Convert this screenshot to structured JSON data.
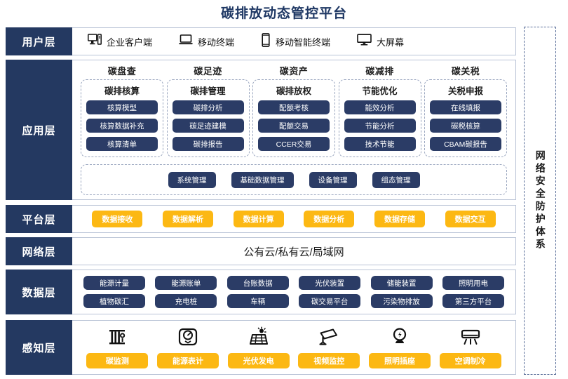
{
  "title": "碳排放动态管控平台",
  "security_band": {
    "label": "网络安全防护体系"
  },
  "layers": {
    "user": {
      "label": "用户层",
      "items": [
        {
          "icon": "desktop-tower-icon",
          "label": "企业客户端"
        },
        {
          "icon": "laptop-icon",
          "label": "移动终端"
        },
        {
          "icon": "smartphone-icon",
          "label": "移动智能终端"
        },
        {
          "icon": "monitor-icon",
          "label": "大屏幕"
        }
      ]
    },
    "application": {
      "label": "应用层",
      "groups": [
        {
          "title": "碳盘查",
          "sub": "碳排核算",
          "items": [
            "核算模型",
            "核算数据补充",
            "核算清单"
          ]
        },
        {
          "title": "碳足迹",
          "sub": "碳排管理",
          "items": [
            "碳排分析",
            "碳足迹建模",
            "碳排报告"
          ]
        },
        {
          "title": "碳资产",
          "sub": "碳排放权",
          "items": [
            "配额考核",
            "配额交易",
            "CCER交易"
          ]
        },
        {
          "title": "碳减排",
          "sub": "节能优化",
          "items": [
            "能效分析",
            "节能分析",
            "技术节能"
          ]
        },
        {
          "title": "碳关税",
          "sub": "关税申报",
          "items": [
            "在线填报",
            "碳税核算",
            "CBAM碳报告"
          ]
        }
      ],
      "management": [
        "系统管理",
        "基础数据管理",
        "设备管理",
        "组态管理"
      ]
    },
    "platform": {
      "label": "平台层",
      "items": [
        "数据接收",
        "数据解析",
        "数据计算",
        "数据分析",
        "数据存储",
        "数据交互"
      ]
    },
    "network": {
      "label": "网络层",
      "text": "公有云/私有云/局域网"
    },
    "data": {
      "label": "数据层",
      "row1": [
        "能源计量",
        "能源账单",
        "台账数据",
        "光伏装置",
        "储能装置",
        "照明用电"
      ],
      "row2": [
        "植物碳汇",
        "充电桩",
        "车辆",
        "碳交易平台",
        "污染物排放",
        "第三方平台"
      ]
    },
    "sense": {
      "label": "感知层",
      "items": [
        {
          "icon": "carbon-monitor-icon",
          "label": "碳监测"
        },
        {
          "icon": "energy-meter-icon",
          "label": "能源表计"
        },
        {
          "icon": "solar-panel-icon",
          "label": "光伏发电"
        },
        {
          "icon": "cctv-camera-icon",
          "label": "视频监控"
        },
        {
          "icon": "lightbulb-socket-icon",
          "label": "照明插座"
        },
        {
          "icon": "air-conditioner-icon",
          "label": "空调制冷"
        }
      ]
    }
  },
  "colors": {
    "dark_blue": "#2b3c66",
    "label_blue": "#243961",
    "accent_yellow": "#fcb813",
    "title_blue": "#1f3864"
  }
}
